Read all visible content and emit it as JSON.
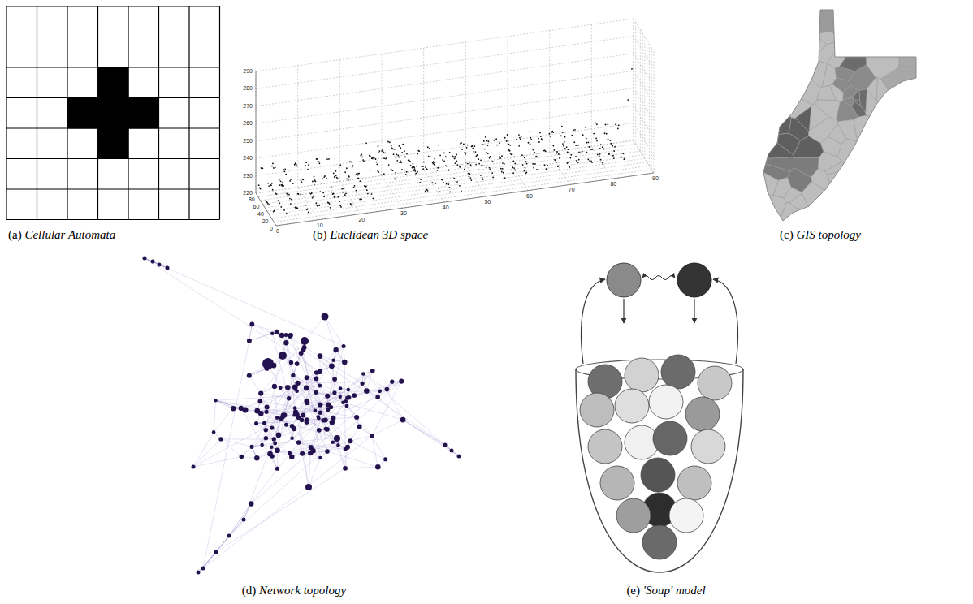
{
  "diagram": {
    "labels": [
      "(a) Cellular Automata",
      "(b) Euclidean 3D space",
      "290",
      "280",
      "270",
      "260",
      "250",
      "240",
      "230",
      "220",
      "80",
      "60",
      "40",
      "20",
      "0",
      "0",
      "10",
      "20",
      "30",
      "40",
      "50",
      "60",
      "70",
      "80",
      "90",
      "(c) GIS topology",
      "(d) Network topology",
      "(e) 'Soup' model"
    ]
  }
}
